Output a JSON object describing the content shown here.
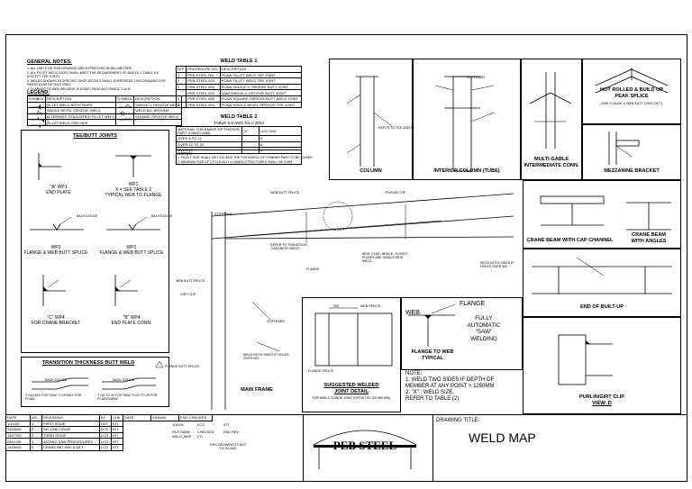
{
  "notes": {
    "title": "GENERAL NOTES:",
    "lines": [
      "1. ALL UNITS ON THIS DRAWING ARE EXPRESSED IN MILLIMETERS",
      "2. ALL FILLET WELD SIZES SHALL MEET THE REQUIREMENT OF AWS D1.1 TABLE 5.8",
      "   (EXCEPT TEE JOINT)",
      "3. WELDS SHOWN ON SPECIFIC SHOP DETAILS SHALL SUPERSEDE THIS DRAWING FOR",
      "   PARTICULAR DETAILS ONLY",
      "4. FLANGES TO WEB WELDING IS DONE USING AUTOMATIC S.A.W."
    ]
  },
  "legend": {
    "title": "LEGEND:",
    "headers": [
      "SYMBOL",
      "DESCRIPTION",
      "SYMBOL",
      "DESCRIPTION"
    ],
    "rows": [
      [
        "",
        "FILLET WELD BOTH SIDES",
        "",
        "SINGLE-V-GROOVE WELD"
      ],
      [
        "",
        "SINGLE BEVEL GROOVE WELD",
        "",
        "WELD ALL AROUND"
      ],
      [
        "",
        "ALTERNATE STAGGERED FILLET WELD",
        "",
        "SQUARE GROOVE WELD"
      ],
      [
        "",
        "FILLET WELD ONE SIDE",
        "",
        ""
      ]
    ]
  },
  "weld_table_1": {
    "title": "WELD TABLE 1",
    "headers": [
      "W.P.",
      "PROCEDURE NO.",
      "DESCRIPTION"
    ],
    "rows": [
      [
        "1",
        "PEB-STEEL 001",
        "FCAW FILLET WELD TEE JOINT"
      ],
      [
        "2",
        "PEB-STEEL 002",
        "FCAW FILLET WELD TEE JOINT"
      ],
      [
        "3",
        "PEB-STEEL 003",
        "FCAW SINGLE-V GROOVE BUTT JOINT"
      ],
      [
        "",
        "PEB-STEEL 003",
        "SAW SINGLE-V GROOVE BUTT JOINT"
      ],
      [
        "4",
        "PEB-STEEL 005",
        "FCAW SQUARE GROOVE BUTT WELD JOINT"
      ],
      [
        "5",
        "PEB-STEEL 004",
        "FCAW SINGLE BEVEL GROOVE TEE JOINT"
      ]
    ]
  },
  "weld_table_2": {
    "title": "WELD TABLE 2",
    "subtitle": "TABLE 5.8 AWS D1.1-2004",
    "headers": [
      "MATERIAL THICKNESS OF THICKER PART JOINED (MM)",
      "\"X\"",
      "LEG SIZE"
    ],
    "rows": [
      [
        "OVER 6 TO 12",
        "",
        "5"
      ],
      [
        "OVER 12 TO 20",
        "",
        "6"
      ],
      [
        "OVER 20",
        "",
        "8"
      ]
    ],
    "note": "NOTES:",
    "note_lines": [
      "1. FILLET SIZE SHALL NOT EXCEED THE THICKNESS OF THINNER PART TO BE JOINED",
      "2. MINIMUM SIZE OF CYCLICALLY LOADED STRUCTURES SHALL BE 5 MM"
    ]
  },
  "tee_butt": {
    "title": "TEE/BUTT JOINTS",
    "wp1a": [
      "\"A\" WP1",
      "END PLATE"
    ],
    "wp1": [
      "WP1",
      "X = SEE TABLE 2",
      "TYPICAL WEB TO FLANGE"
    ],
    "wp3": [
      "WP3",
      "FLANGE & WEB BUTT SPLICE"
    ],
    "wp2": [
      "WP2",
      "FLANGE & WEB BUTT SPLICE"
    ],
    "wp4c": [
      "\"C\" WP4",
      "FOR CRANE BRACKET"
    ],
    "wp4b": [
      "\"B\" WP4",
      "END PLATE CONN."
    ],
    "backgouge": "BACKGOUGE"
  },
  "transition": {
    "title": "TRANSITION THICKNESS BUTT WELD",
    "left": "T<16 MAX FOR SAW; T<20 MAX FOR FCAW",
    "right": "T<16 TO 20 FOR SAW; T<20 TO 25 FOR FCAW/GMAW",
    "back_gouge": "BACK GOUGE"
  },
  "details": {
    "column": "COLUMN",
    "interior_column": "INTERIOR COLUMN (TUBE)",
    "multi_gable": [
      "MULTI-GABLE",
      "INTERMEDIATE CONN."
    ],
    "hot_rolled": [
      "HOT ROLLED & BUILD UP",
      "PEAK SPLICE"
    ],
    "hot_rolled_sub": "(SEE FLANGE & WEB BUTT JOINT DET.)",
    "mezzanine": "MEZZANINE BRACKET",
    "crane_cap": "CRANE BEAM WITH CAP CHANNEL",
    "crane_angles": [
      "CRANE BEAM",
      "WITH ANGLES"
    ],
    "end_built_up": "END OF BUILT-UP",
    "purlin": [
      "PURLIN/GIRT CLIP",
      "VIEW: D"
    ],
    "main_frame": "MAIN FRAME",
    "suggested": [
      "SUGGESTED WELDED",
      "JOINT DETAIL"
    ],
    "suggested_sub": "FOR WEB & FLANGE JOINT (OFFSET BY 200 MM MIN)",
    "flange_to_web": [
      "FLANGE TO WEB",
      "TYPICAL"
    ],
    "web": "WEB",
    "flange": "FLANGE",
    "fully_auto": [
      "FULLY",
      "AUTOMATIC",
      "\"SAW\"",
      "WELDING"
    ],
    "note_title": "NOTE:",
    "note_lines": [
      "1: WELD TWO SIDES IF DEPTH OF",
      "   MEMBER AT ANY POINT > 1250MM",
      "2: \"X\" : WELD SIZE,",
      "   REFER TO TABLE (2)"
    ]
  },
  "callouts": {
    "stiffener": "STIFFENER",
    "refer_tee": "REFER TO TEE JOINTS",
    "purlin_clip": "PURLIN CLIP",
    "flange": "FLANGE",
    "refer_transition": "REFER TO TRANSITION THICKNESS WELD",
    "flange_butt_splice": "FLANGE BUTT SPLICE",
    "web_butt_splice": "WEB BUTT SPLICE",
    "girt_clip": "GIRT CLIP",
    "web_both_sides": "WELD BOTH SIDES IF HOLES OVER 400",
    "mod_note": "MOD: FLGE, BRACE, GUSSET PLATES ARE SINGLE SIDE WELD",
    "dim_200": "200",
    "web_splice": "WEB SPLICE",
    "flange_splice": "FLANGE SPLICE"
  },
  "revisions": {
    "headers": [
      "DATE",
      "NO.",
      "REVISIONS",
      "BY",
      "CHK",
      "DATE",
      "DRAWN",
      "ENG CHECKED"
    ],
    "rows": [
      [
        "1/10/04",
        "1",
        "FIRST ISSUE",
        "DDT",
        "KTI"
      ],
      [
        "31/05/05",
        "2",
        "SECOND ISSUE",
        "LCG",
        "KTI"
      ],
      [
        "14/07/05",
        "3",
        "THIRD ISSUE",
        "LCG",
        "KTI"
      ],
      [
        "08/11/05",
        "4",
        "ADDING SAW PROCEDURES",
        "LCG",
        "KTI"
      ],
      [
        "14/05/05",
        "5",
        "CRANE BKT WELD DET.",
        "LCG",
        "KTI"
      ]
    ],
    "date_val": "1/10/04",
    "drawn_val": "LCG",
    "eng_val": "KTI",
    "file_label": "FILE NAME",
    "file_val": "WELD_MAP",
    "checked_label": "CHECKED",
    "checked_val": "KTI",
    "eng_rev": "ENG REV",
    "not_scale": [
      "THIS DRAWING IS NOT",
      "TO SCALE"
    ]
  },
  "company": "PEB STEEL",
  "drawing_title_label": "DRAWING TITLE:",
  "drawing_title": "WELD MAP"
}
